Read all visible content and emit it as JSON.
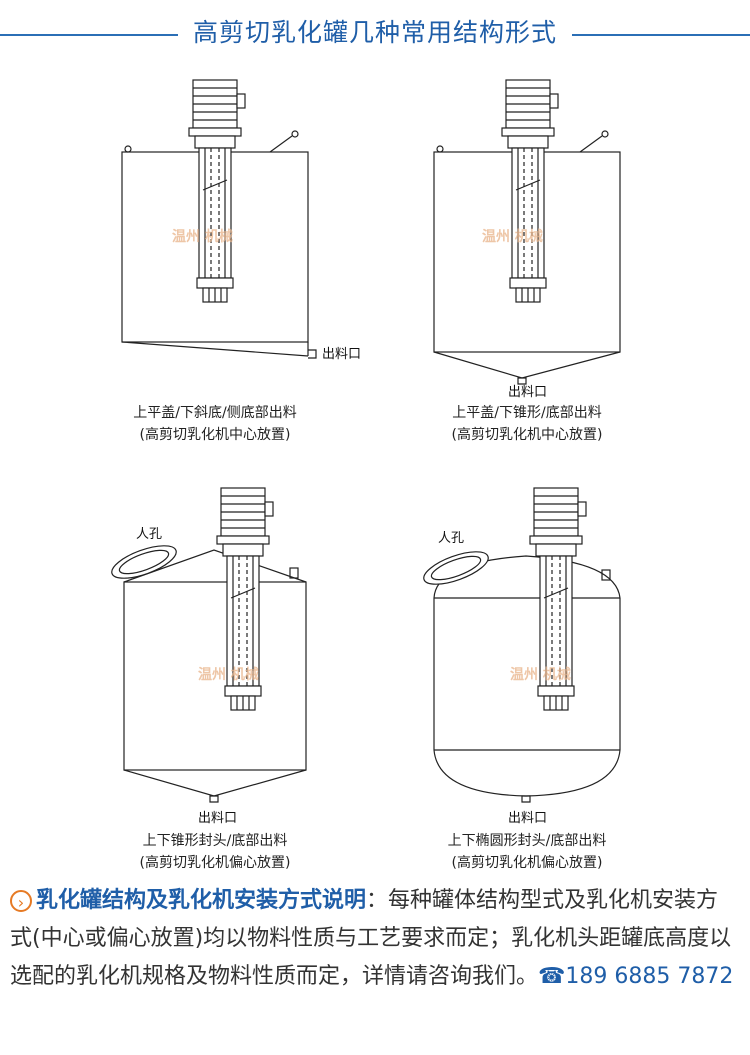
{
  "title": "高剪切乳化罐几种常用结构形式",
  "watermark": "温州  机械",
  "panels": [
    {
      "outlet_label": "出料口",
      "caption1": "上平盖/下斜底/侧底部出料",
      "caption2": "(高剪切乳化机中心放置)"
    },
    {
      "outlet_label": "出料口",
      "caption1": "上平盖/下锥形/底部出料",
      "caption2": "(高剪切乳化机中心放置)"
    },
    {
      "manhole_label": "人孔",
      "outlet_label": "出料口",
      "caption1": "上下锥形封头/底部出料",
      "caption2": "(高剪切乳化机偏心放置)"
    },
    {
      "manhole_label": "人孔",
      "outlet_label": "出料口",
      "caption1": "上下椭圆形封头/底部出料",
      "caption2": "(高剪切乳化机偏心放置)"
    }
  ],
  "description": {
    "heading": "乳化罐结构及乳化机安装方式说明",
    "body": "：每种罐体结构型式及乳化机安装方式(中心或偏心放置)均以物料性质与工艺要求而定；乳化机头距罐底高度以选配的乳化机规格及物料性质而定，详情请咨询我们。",
    "phone": "189 6885 7872"
  },
  "colors": {
    "title": "#1f5ea8",
    "rule": "#2b6fb6",
    "accent": "#e67a24",
    "stroke": "#222222"
  }
}
